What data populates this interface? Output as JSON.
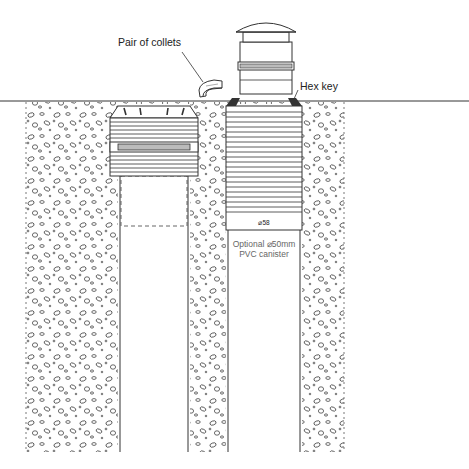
{
  "diagram": {
    "labels": [
      "Pair of collets",
      "Hex key",
      "⌀58",
      "Optional ⌀50mm PVC canister"
    ]
  }
}
